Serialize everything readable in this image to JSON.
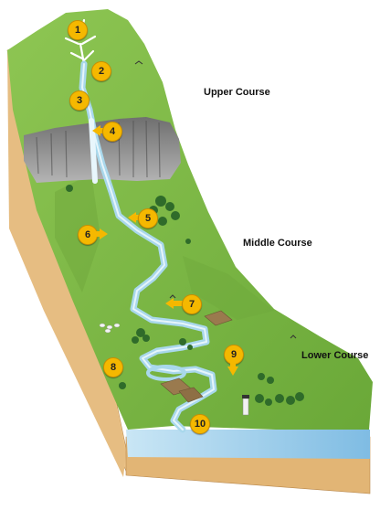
{
  "labels": {
    "upper": "Upper Course",
    "middle": "Middle Course",
    "lower": "Lower Course"
  },
  "markers": [
    "1",
    "2",
    "3",
    "4",
    "5",
    "6",
    "7",
    "8",
    "9",
    "10"
  ],
  "colors": {
    "grass": "#7cb342",
    "grass_dark": "#5e9433",
    "water": "#a9d8ec",
    "sea": "#8fc6e8",
    "earth": "#e3b77a",
    "earth_dark": "#c99657",
    "rock": "#8d8d8d",
    "marker": "#f5b800"
  }
}
